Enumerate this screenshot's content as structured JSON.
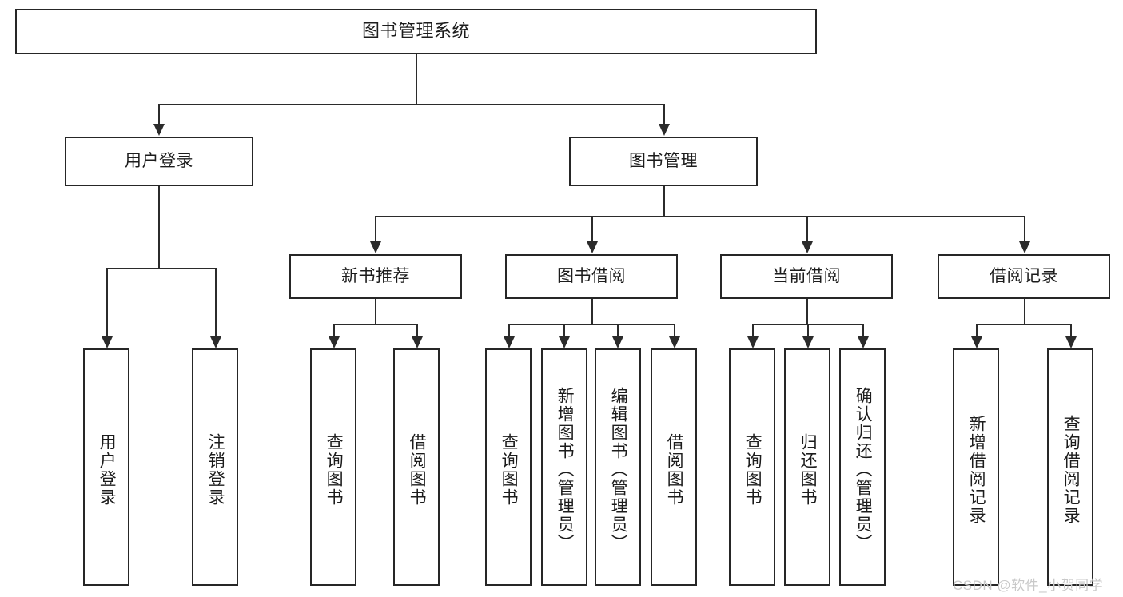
{
  "diagram": {
    "type": "tree-hierarchy",
    "title": "图书管理系统",
    "watermark": "CSDN @软件_小贺同学",
    "colors": {
      "box_border": "#262626",
      "connector": "#2b2b2b",
      "text": "#1c1c1c",
      "background": "#ffffff",
      "watermark": "#c9c9c9"
    },
    "nodes": {
      "root": {
        "label": "图书管理系统"
      },
      "level2": [
        {
          "label": "用户登录"
        },
        {
          "label": "图书管理"
        }
      ],
      "level3": [
        {
          "label": "新书推荐"
        },
        {
          "label": "图书借阅"
        },
        {
          "label": "当前借阅"
        },
        {
          "label": "借阅记录"
        }
      ],
      "leaves": {
        "user_login": [
          {
            "label": "用户登录"
          },
          {
            "label": "注销登录"
          }
        ],
        "new_book_recommend": [
          {
            "label": "查询图书"
          },
          {
            "label": "借阅图书"
          }
        ],
        "book_borrow": [
          {
            "label": "查询图书"
          },
          {
            "label": "新增图书（管理员）"
          },
          {
            "label": "编辑图书（管理员）"
          },
          {
            "label": "借阅图书"
          }
        ],
        "current_borrow": [
          {
            "label": "查询图书"
          },
          {
            "label": "归还图书"
          },
          {
            "label": "确认归还（管理员）"
          }
        ],
        "borrow_record": [
          {
            "label": "新增借阅记录"
          },
          {
            "label": "查询借阅记录"
          }
        ]
      }
    }
  }
}
